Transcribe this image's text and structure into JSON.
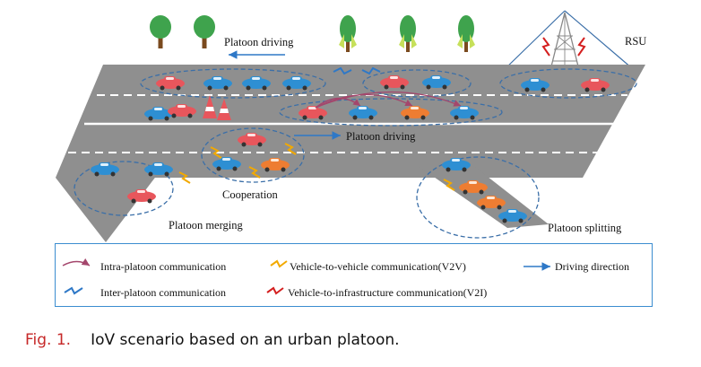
{
  "labels": {
    "platoon_driving_top": "Platoon driving",
    "rsu": "RSU",
    "platoon_driving_mid": "Platoon driving",
    "cooperation": "Cooperation",
    "platoon_merging": "Platoon merging",
    "platoon_splitting": "Platoon splitting"
  },
  "legend": {
    "intra": "Intra-platoon communication",
    "v2v": "Vehicle-to-vehicle communication(V2V)",
    "direction": "Driving direction",
    "inter": "Inter-platoon communication",
    "v2i": "Vehicle-to-infrastructure communication(V2I)"
  },
  "caption": {
    "number": "Fig. 1.",
    "text": "IoV scenario based on an urban platoon."
  },
  "colors": {
    "road": "#8f8f8f",
    "blue_car": "#2e8fd3",
    "red_car": "#e8565c",
    "orange_car": "#ee7d32",
    "accent": "#3b8dd0",
    "v2v": "#f2a900",
    "v2i": "#d41f1f",
    "intra": "#a4466c",
    "caption_number": "#c62828"
  }
}
